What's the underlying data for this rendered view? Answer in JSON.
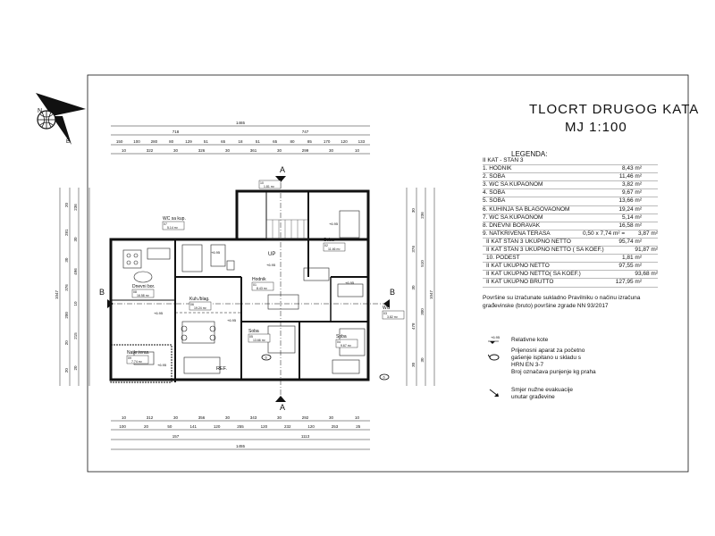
{
  "title": {
    "line1": "TLOCRT DRUGOG KATA",
    "line2": "MJ 1:100"
  },
  "legend": {
    "heading": "LEGENDA:",
    "subheading": "II  KAT - STAN 3",
    "rooms": [
      {
        "label": "1.  HODNIK",
        "area": "8,43 m²"
      },
      {
        "label": "2.  SOBA",
        "area": "11,46 m²"
      },
      {
        "label": "3.  WC SA KUPAONOM",
        "area": "3,82 m²"
      },
      {
        "label": "4.  SOBA",
        "area": "9,67 m²"
      },
      {
        "label": "5.  SOBA",
        "area": "13,66 m²"
      },
      {
        "label": "6.  KUHINJA SA BLAGOVAONOM",
        "area": "19,24 m²"
      },
      {
        "label": "7.  WC SA KUPAONOM",
        "area": "5,14 m²"
      },
      {
        "label": "8.  DNEVNI BORAVAK",
        "area": "16,58 m²"
      },
      {
        "label": "9.  NATKRIVENA TERASA",
        "calc": "0,50  x     7,74 m²  =",
        "area": "3,87 m²"
      }
    ],
    "totals": [
      {
        "label": "II  KAT  STAN 3  UKUPNO NETTO",
        "area": "95,74 m²"
      },
      {
        "label": "II  KAT  STAN 3  UKUPNO NETTO  ( SA KOEF.)",
        "area": "91,87 m²"
      },
      {
        "label": "10. PODEST",
        "area": "1,81 m²"
      },
      {
        "label": "II  KAT  UKUPNO NETTO",
        "area": "97,55 m²"
      },
      {
        "label": "II  KAT  UKUPNO NETTO( SA KOEF.)",
        "area": "93,68 m²"
      },
      {
        "label": "II  KAT  UKUPNO  BRUTTO",
        "area": "127,95 m²"
      }
    ],
    "note": "Površine su izračunate sukladno  Pravilniku o načinu izračuna građevinske (bruto) površine zgrade NN 93/2017",
    "symbols": [
      {
        "icon": "level-mark-icon",
        "label": "Relativne  kote",
        "mark": "+6.95"
      },
      {
        "icon": "fire-extinguisher-icon",
        "lines": [
          "Prijenosni aparat za početno",
          "gašenje ispitano u skladu s",
          "HRN EN 3-7",
          "Broj označava punjenje kg praha"
        ]
      },
      {
        "icon": "evacuation-arrow-icon",
        "lines": [
          "Smjer  nužne evakuacije",
          "unutar građevine"
        ]
      }
    ]
  },
  "dimensions": {
    "top_overall": "1465",
    "top_row1": [
      "718",
      "747"
    ],
    "top_row2": [
      "150",
      "100",
      "280",
      "80",
      "129",
      "51",
      "65",
      "18",
      "51",
      "65",
      "80",
      "85",
      "170",
      "120",
      "133"
    ],
    "top_row3": [
      "10",
      "322",
      "30",
      "326",
      "30",
      "361",
      "30",
      "299",
      "30",
      "10"
    ],
    "bottom_row1": [
      "10",
      "312",
      "30",
      "356",
      "30",
      "343",
      "30",
      "292",
      "30",
      "10"
    ],
    "bottom_row2": [
      "100",
      "20",
      "50",
      "141",
      "120",
      "255",
      "120",
      "232",
      "120",
      "253",
      "25"
    ],
    "bottom_row3": [
      "157",
      "1113"
    ],
    "bottom_overall": "1455",
    "left_overall": "1047",
    "left_row": [
      "20",
      "281",
      "30",
      "376",
      "200",
      "20",
      "20"
    ],
    "left_row2": [
      "236",
      "30",
      "496",
      "10",
      "215",
      "20"
    ],
    "right_overall": "1047",
    "right_row": [
      "30",
      "376",
      "30",
      "478",
      "30"
    ],
    "right_row2": [
      "236",
      "510",
      "300",
      "30"
    ]
  },
  "plan": {
    "section_labels": {
      "a": "A",
      "b": "B"
    },
    "stair_label": "UP",
    "rooms": [
      {
        "name": "WC sa kup.",
        "num": "07",
        "area": "5.14 m²"
      },
      {
        "name": "Dnevni bor.",
        "num": "08",
        "area": "16.58 m²"
      },
      {
        "name": "Kuh./blag.",
        "num": "06",
        "area": "19.24 m²"
      },
      {
        "name": "Hodnik",
        "num": "01",
        "area": "8.43 m²"
      },
      {
        "name": "Soba",
        "num": "05",
        "area": "13.66 m²"
      },
      {
        "name": "Soba",
        "num": "02",
        "area": "11.46 m²"
      },
      {
        "name": "Soba",
        "num": "04",
        "area": "9.67 m²"
      },
      {
        "name": "WC",
        "num": "03",
        "area": "3.82 m²"
      },
      {
        "name": "Natkr.teras.",
        "num": "09",
        "area": "7.74 m²"
      },
      {
        "name": "",
        "num": "10",
        "area": "1.81 m²"
      }
    ],
    "levels": [
      "+6.95",
      "+6.95",
      "+6.95",
      "+6.95",
      "+6.95",
      "+6.95",
      "+6.95"
    ],
    "ref_label": "REF.",
    "fire_labels": [
      "6",
      "6"
    ]
  },
  "colors": {
    "line": "#111111",
    "faint": "#777777",
    "gray": "#9a9a9a"
  }
}
